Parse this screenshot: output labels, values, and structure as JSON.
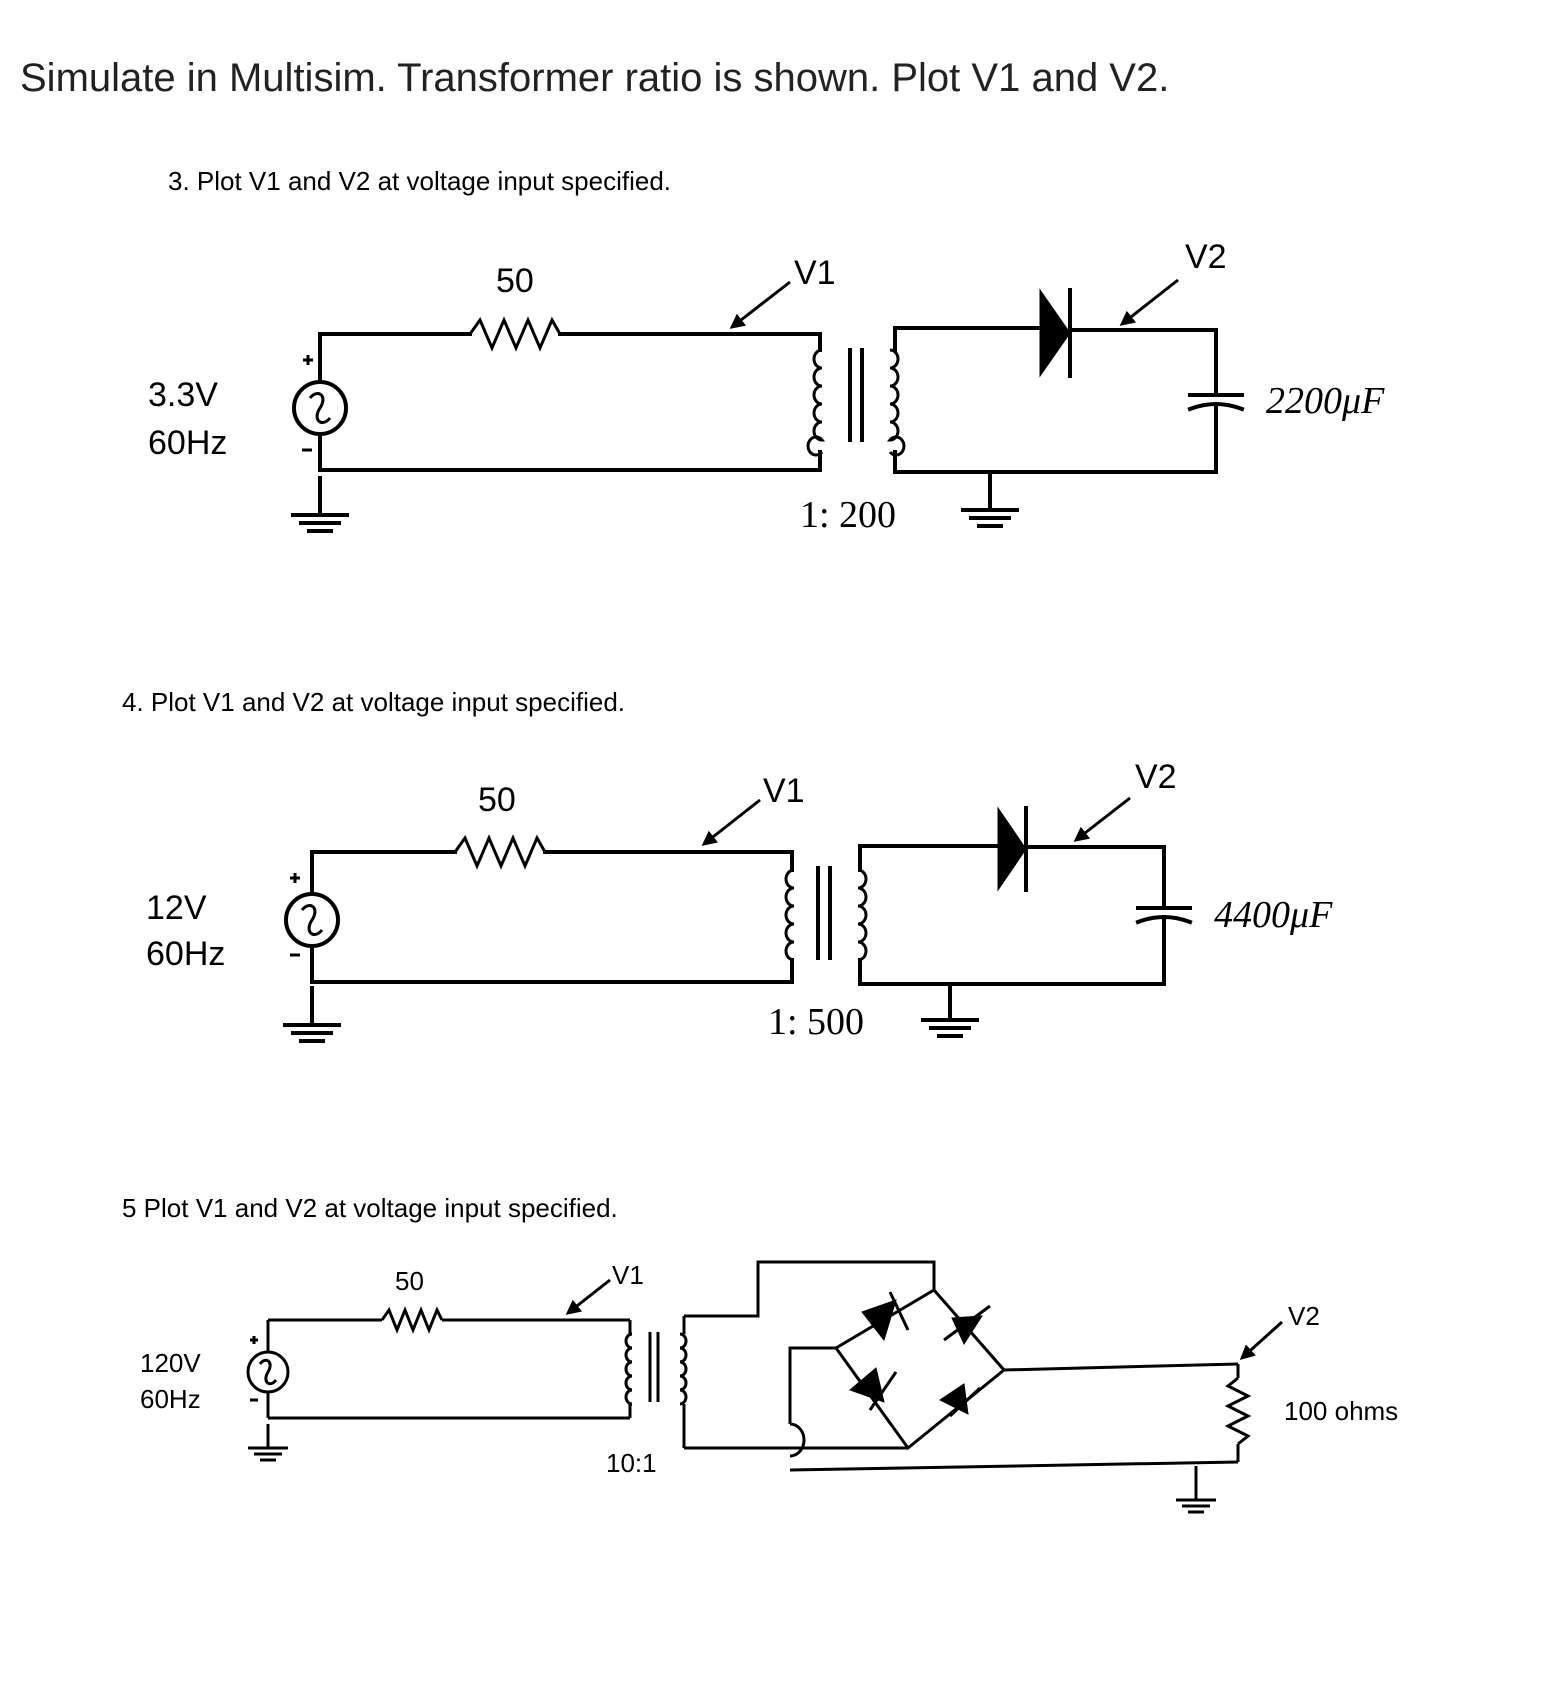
{
  "title": "Simulate in Multisim.   Transformer ratio is shown. Plot V1 and V2.",
  "problems": [
    {
      "heading": "3. Plot V1 and V2 at voltage input specified.",
      "source_voltage": "3.3V",
      "source_frequency": "60Hz",
      "resistor": "50",
      "v1_label": "V1",
      "v2_label": "V2",
      "transformer_ratio": "1: 200",
      "load": "2200μF"
    },
    {
      "heading": "4. Plot V1 and V2 at voltage input specified.",
      "source_voltage": "12V",
      "source_frequency": "60Hz",
      "resistor": "50",
      "v1_label": "V1",
      "v2_label": "V2",
      "transformer_ratio": "1: 500",
      "load": "4400μF"
    },
    {
      "heading": "5 Plot V1 and V2 at voltage input specified.",
      "source_voltage": "120V",
      "source_frequency": "60Hz",
      "resistor": "50",
      "v1_label": "V1",
      "v2_label": "V2",
      "transformer_ratio": "10:1",
      "load": "100 ohms"
    }
  ]
}
